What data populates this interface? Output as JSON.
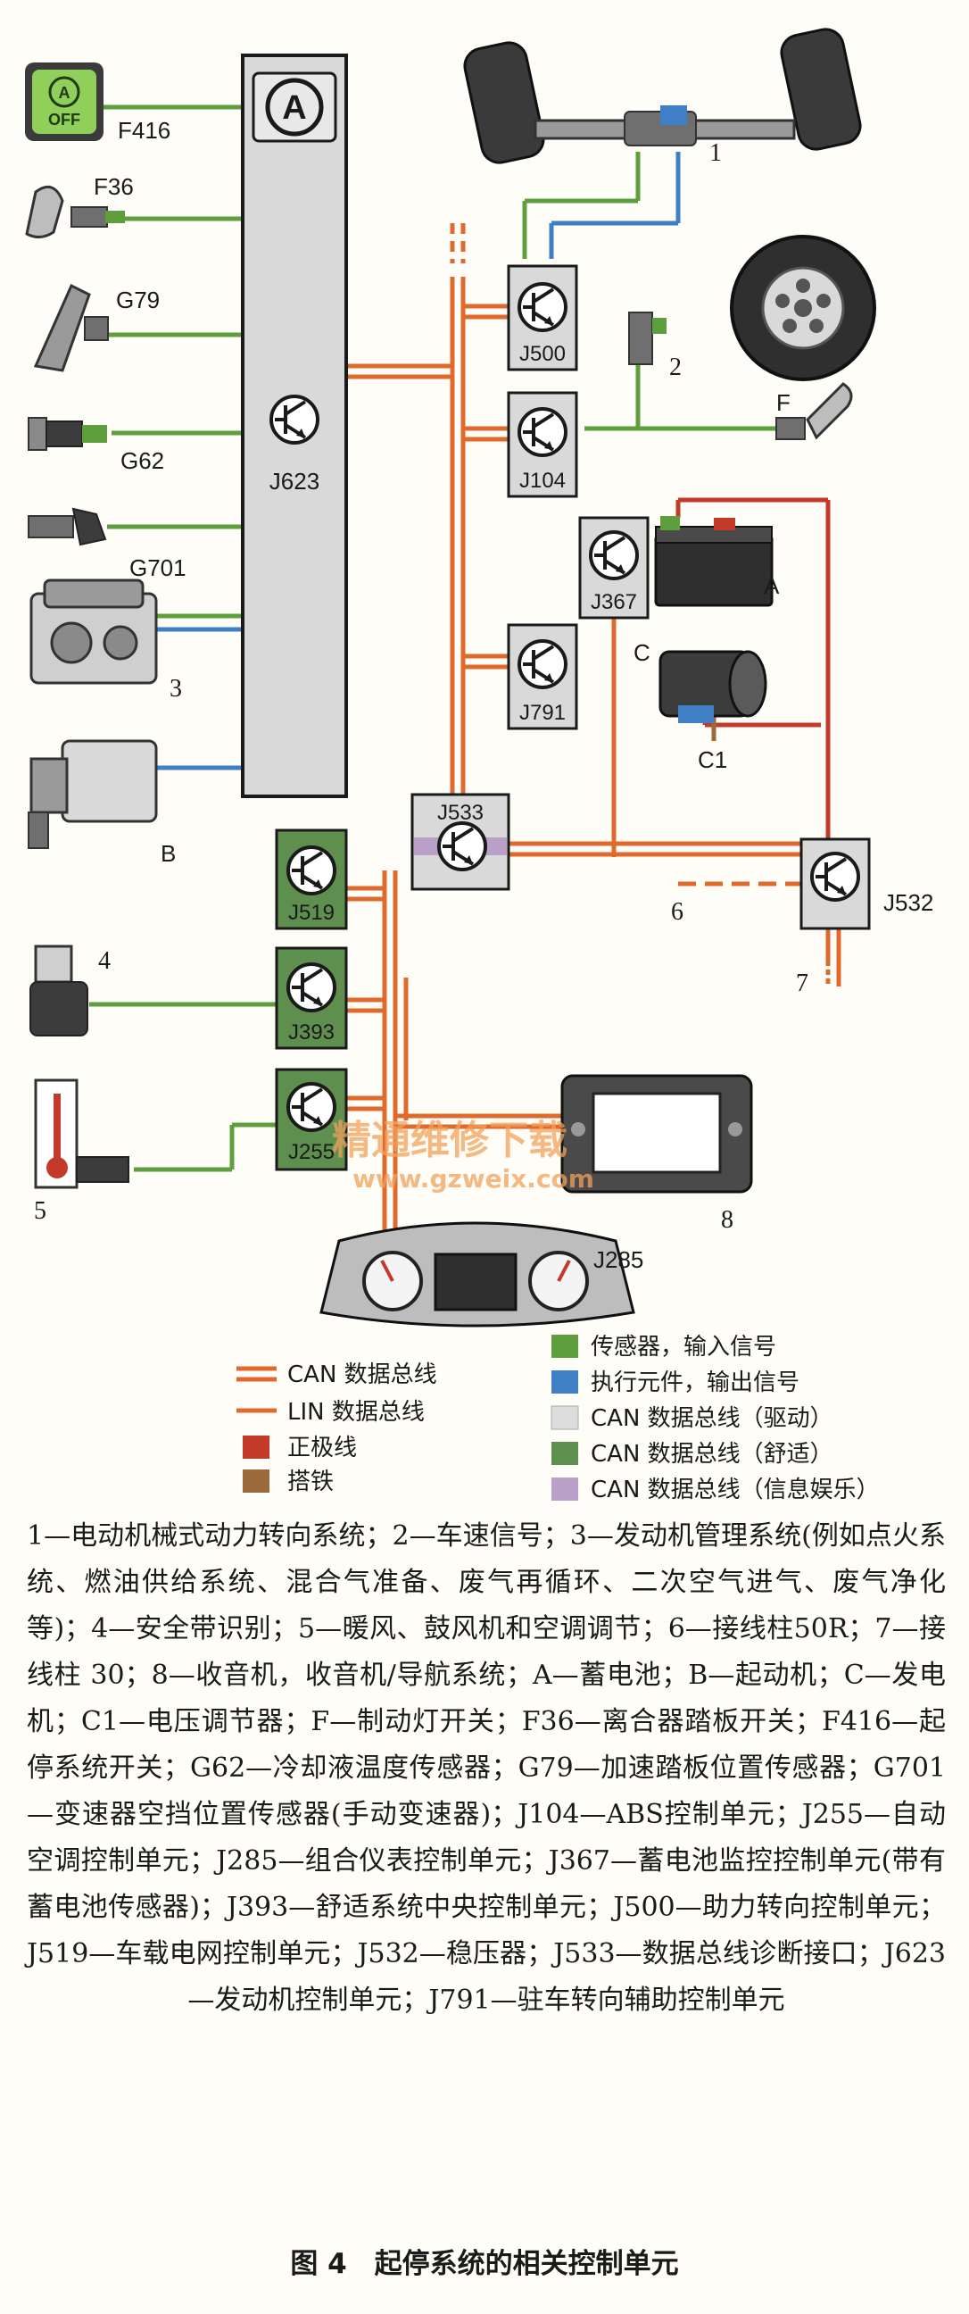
{
  "labels": {
    "F416": "F416",
    "F36": "F36",
    "G79": "G79",
    "G62": "G62",
    "G701": "G701",
    "n3": "3",
    "B": "B",
    "n4": "4",
    "n5": "5",
    "J623": "J623",
    "J500": "J500",
    "J104": "J104",
    "J367": "J367",
    "J791": "J791",
    "J533": "J533",
    "J519": "J519",
    "J393": "J393",
    "J255": "J255",
    "J532": "J532",
    "J285": "J285",
    "n1": "1",
    "n2": "2",
    "F": "F",
    "A": "A",
    "C": "C",
    "C1": "C1",
    "n6": "6",
    "n7": "7",
    "n8": "8",
    "off_text": "OFF"
  },
  "legend": {
    "can_bus": "CAN 数据总线",
    "lin_bus": "LIN 数据总线",
    "positive": "正极线",
    "ground": "搭铁",
    "sensor": "传感器，输入信号",
    "actuator": "执行元件，输出信号",
    "can_drive": "CAN 数据总线（驱动）",
    "can_comfort": "CAN 数据总线（舒适）",
    "can_info": "CAN 数据总线（信息娱乐）"
  },
  "watermark": {
    "line1": "精通维修下载",
    "line2": "www.gzweix.com"
  },
  "caption": "1—电动机械式动力转向系统；2—车速信号；3—发动机管理系统(例如点火系统、燃油供给系统、混合气准备、废气再循环、二次空气进气、废气净化等)；4—安全带识别；5—暖风、鼓风机和空调调节；6—接线柱50R；7—接线柱 30；8—收音机，收音机/导航系统；A—蓄电池；B—起动机；C—发电机；C1—电压调节器；F—制动灯开关；F36—离合器踏板开关；F416—起停系统开关；G62—冷却液温度传感器；G79—加速踏板位置传感器；G701—变速器空挡位置传感器(手动变速器)；J104—ABS控制单元；J255—自动空调控制单元；J285—组合仪表控制单元；J367—蓄电池监控控制单元(带有蓄电池传感器)；J393—舒适系统中央控制单元；J500—助力转向控制单元；J519—车载电网控制单元；J532—稳压器；J533—数据总线诊断接口；J623—发动机控制单元；J791—驻车转向辅助控制单元",
  "figure_title": "图 4　起停系统的相关控制单元",
  "colors": {
    "sensor_green": "#5e9e3c",
    "actuator_blue": "#3f7fc6",
    "can_orange": "#e06a2c",
    "positive_red": "#c43a2a",
    "ground_brown": "#9a6a3c",
    "can_drive": "#dcdcdc",
    "can_comfort": "#5e8f4e",
    "can_info": "#b9a0c9",
    "ecu_gray": "#d9d9d9"
  }
}
